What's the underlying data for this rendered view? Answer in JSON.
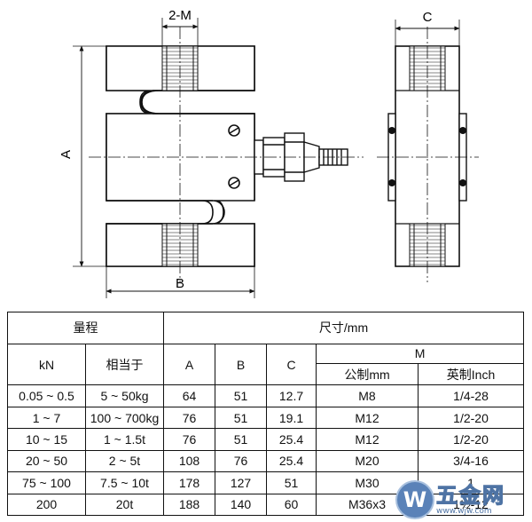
{
  "drawing": {
    "label_2m": "2-M",
    "label_a": "A",
    "label_b": "B",
    "label_c": "C"
  },
  "table": {
    "header_range": "量程",
    "header_size": "尺寸/mm",
    "header_m": "M",
    "col_kn": "kN",
    "col_equiv": "相当于",
    "col_a": "A",
    "col_b": "B",
    "col_c": "C",
    "col_metric": "公制mm",
    "col_imperial": "英制Inch",
    "rows": [
      {
        "kn": "0.05 ~ 0.5",
        "equiv": "5 ~ 50kg",
        "a": "64",
        "b": "51",
        "c": "12.7",
        "metric": "M8",
        "imperial": "1/4-28"
      },
      {
        "kn": "1 ~ 7",
        "equiv": "100 ~ 700kg",
        "a": "76",
        "b": "51",
        "c": "19.1",
        "metric": "M12",
        "imperial": "1/2-20"
      },
      {
        "kn": "10 ~ 15",
        "equiv": "1 ~ 1.5t",
        "a": "76",
        "b": "51",
        "c": "25.4",
        "metric": "M12",
        "imperial": "1/2-20"
      },
      {
        "kn": "20 ~ 50",
        "equiv": "2 ~ 5t",
        "a": "108",
        "b": "76",
        "c": "25.4",
        "metric": "M20",
        "imperial": "3/4-16"
      },
      {
        "kn": "75 ~ 100",
        "equiv": "7.5 ~ 10t",
        "a": "178",
        "b": "127",
        "c": "51",
        "metric": "M30",
        "imperial": "1"
      },
      {
        "kn": "200",
        "equiv": "20t",
        "a": "188",
        "b": "140",
        "c": "60",
        "metric": "M36x3",
        "imperial": "1½-12"
      }
    ]
  },
  "watermark": {
    "icon_letter": "W",
    "brand": "五金网",
    "url": "www.wjw.com"
  }
}
